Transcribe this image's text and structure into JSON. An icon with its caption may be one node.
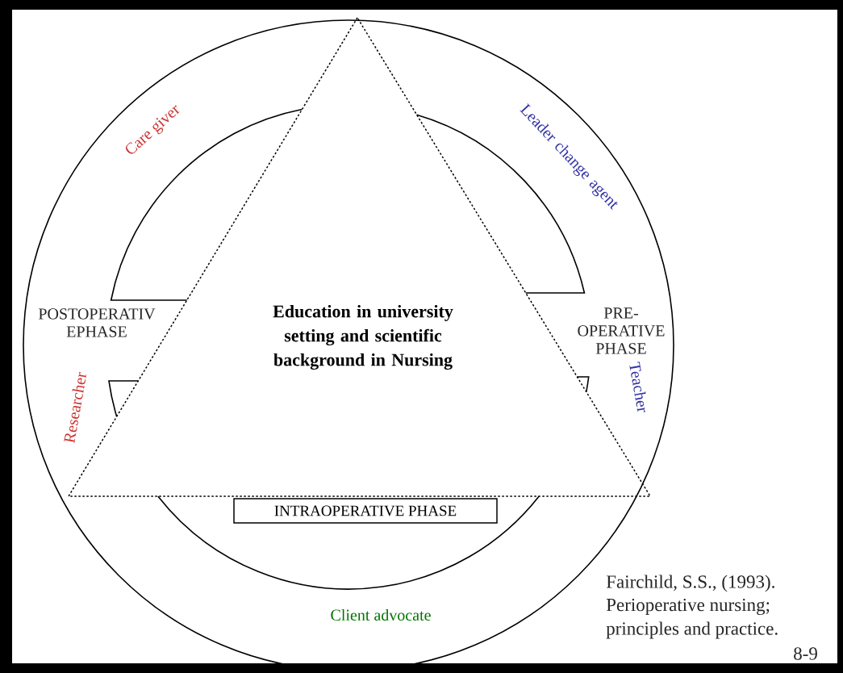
{
  "diagram": {
    "nodes": [
      {
        "text": [
          "Education in university setting and scientific background in Nursing"
        ]
      },
      {
        "text": [
          "INTRAOPERATIVE PHASE"
        ]
      }
    ],
    "edges": [],
    "labels": [
      "Care giver",
      "Leader change agent",
      "POSTOPERATIV EPHASE",
      "PRE- OPERATIVE PHASE",
      "Researcher",
      "Teacher",
      "Client advocate",
      "Fairchild, S.S., (1993).",
      "Perioperative nursing;",
      "principles and practice.",
      "8-9"
    ]
  }
}
